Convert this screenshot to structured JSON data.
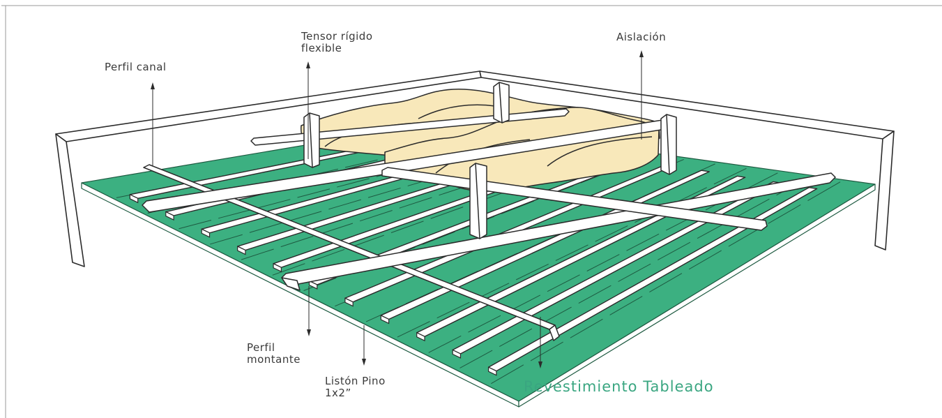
{
  "labels": {
    "tensor": {
      "line1": "Tensor rígido",
      "line2": "flexible"
    },
    "aislacion": "Aislación",
    "perfil_canal": "Perfil canal",
    "perfil_montante": {
      "line1": "Perfil",
      "line2": "montante"
    },
    "liston": {
      "line1": "Listón Pino",
      "line2": "1x2”"
    },
    "revestimiento": "Revestimiento Tableado"
  },
  "colors": {
    "board": "#3cb081",
    "board_line": "#1e5a41",
    "insulation": "#f8e8ba",
    "frame_stroke": "#2b2b2b",
    "accent_text": "#3aa681",
    "label_text": "#3a3a3a"
  }
}
